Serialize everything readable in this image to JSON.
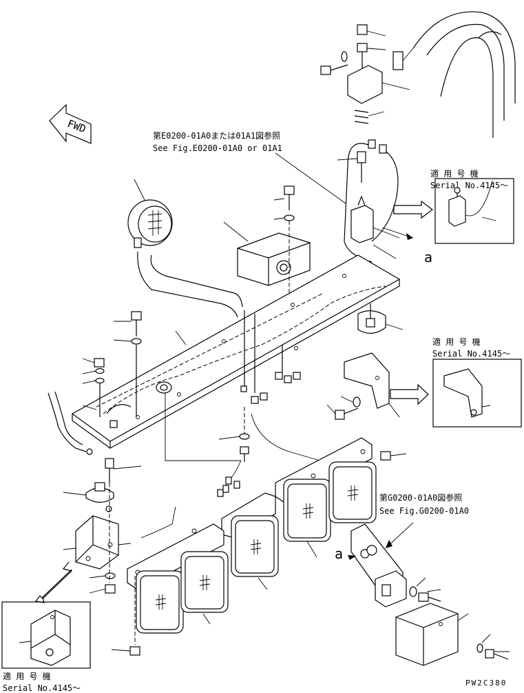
{
  "fwd_label": "FWD",
  "ref_e0200": {
    "jp": "第E0200-01A0または01A1図参照",
    "en": "See Fig.E0200-01A0 or 01A1"
  },
  "ref_g0200": {
    "jp": "第G0200-01A0図参照",
    "en": "See Fig.G0200-01A0"
  },
  "callout_a": "a",
  "serial_top": {
    "jp": "適 用 号 機",
    "en": "Serial No.4145～"
  },
  "serial_mid": {
    "jp": "適 用 号 機",
    "en": "Serial No.4145～"
  },
  "serial_bottom": {
    "jp": "適 用 号 機",
    "en": "Serial No.4145～"
  },
  "drawing_code": "PW2C380"
}
